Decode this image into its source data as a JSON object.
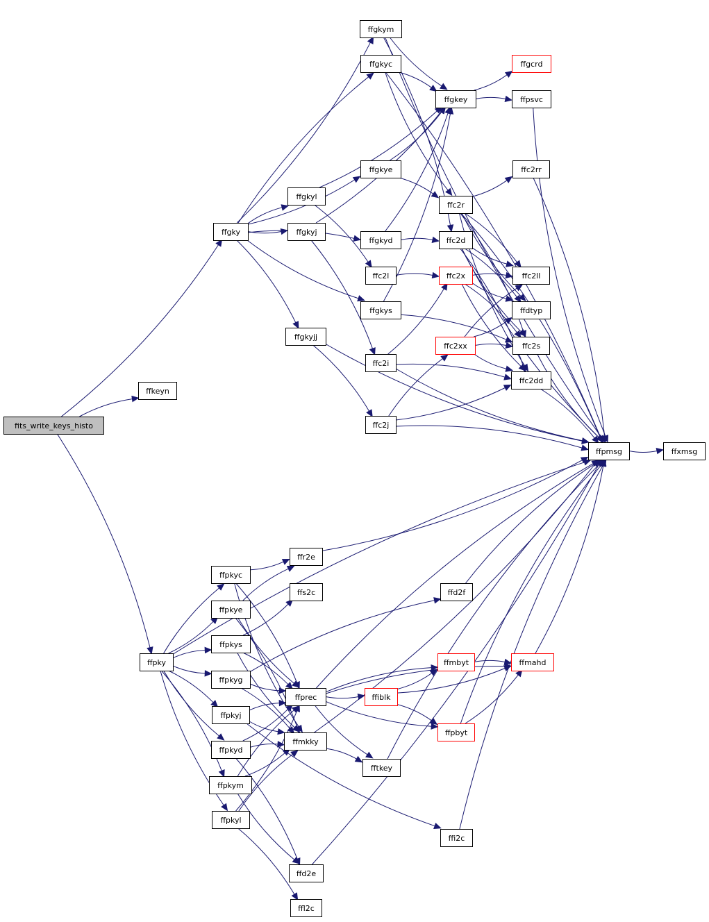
{
  "colors": {
    "edge": "#191970",
    "root_fill": "#bfbfbf",
    "node_fill": "#ffffff",
    "node_border": "#000000",
    "truncated_border": "#ff0000"
  },
  "nodes": [
    {
      "id": "fits_write_keys_histo",
      "label": "fits_write_keys_histo",
      "root": true
    },
    {
      "id": "ffkeyn",
      "label": "ffkeyn"
    },
    {
      "id": "ffgky",
      "label": "ffgky"
    },
    {
      "id": "ffpky",
      "label": "ffpky"
    },
    {
      "id": "ffgkym",
      "label": "ffgkym"
    },
    {
      "id": "ffgkyc",
      "label": "ffgkyc"
    },
    {
      "id": "ffgkye",
      "label": "ffgkye"
    },
    {
      "id": "ffgkyl",
      "label": "ffgkyl"
    },
    {
      "id": "ffgkyj",
      "label": "ffgkyj"
    },
    {
      "id": "ffgkyd",
      "label": "ffgkyd"
    },
    {
      "id": "ffgkys",
      "label": "ffgkys"
    },
    {
      "id": "ffgkyjj",
      "label": "ffgkyjj"
    },
    {
      "id": "ffc2l",
      "label": "ffc2l"
    },
    {
      "id": "ffc2i",
      "label": "ffc2i"
    },
    {
      "id": "ffc2j",
      "label": "ffc2j"
    },
    {
      "id": "ffgkey",
      "label": "ffgkey"
    },
    {
      "id": "ffc2r",
      "label": "ffc2r"
    },
    {
      "id": "ffc2d",
      "label": "ffc2d"
    },
    {
      "id": "ffc2x",
      "label": "ffc2x",
      "truncated": true
    },
    {
      "id": "ffc2xx",
      "label": "ffc2xx",
      "truncated": true
    },
    {
      "id": "ffgcrd",
      "label": "ffgcrd",
      "truncated": true
    },
    {
      "id": "ffpsvc",
      "label": "ffpsvc"
    },
    {
      "id": "ffc2rr",
      "label": "ffc2rr"
    },
    {
      "id": "ffc2ll",
      "label": "ffc2ll"
    },
    {
      "id": "ffdtyp",
      "label": "ffdtyp"
    },
    {
      "id": "ffc2s",
      "label": "ffc2s"
    },
    {
      "id": "ffc2dd",
      "label": "ffc2dd"
    },
    {
      "id": "ffpmsg",
      "label": "ffpmsg"
    },
    {
      "id": "ffxmsg",
      "label": "ffxmsg"
    },
    {
      "id": "ffpkyc",
      "label": "ffpkyc"
    },
    {
      "id": "ffpkye",
      "label": "ffpkye"
    },
    {
      "id": "ffpkys",
      "label": "ffpkys"
    },
    {
      "id": "ffpkyg",
      "label": "ffpkyg"
    },
    {
      "id": "ffpkyj",
      "label": "ffpkyj"
    },
    {
      "id": "ffpkyd",
      "label": "ffpkyd"
    },
    {
      "id": "ffpkym",
      "label": "ffpkym"
    },
    {
      "id": "ffpkyl",
      "label": "ffpkyl"
    },
    {
      "id": "ffr2e",
      "label": "ffr2e"
    },
    {
      "id": "ffs2c",
      "label": "ffs2c"
    },
    {
      "id": "ffprec",
      "label": "ffprec"
    },
    {
      "id": "ffmkky",
      "label": "ffmkky"
    },
    {
      "id": "ffd2e",
      "label": "ffd2e"
    },
    {
      "id": "ffl2c",
      "label": "ffl2c"
    },
    {
      "id": "ffd2f",
      "label": "ffd2f"
    },
    {
      "id": "ffiblk",
      "label": "ffiblk",
      "truncated": true
    },
    {
      "id": "ffmbyt",
      "label": "ffmbyt",
      "truncated": true
    },
    {
      "id": "ffpbyt",
      "label": "ffpbyt",
      "truncated": true
    },
    {
      "id": "ffmahd",
      "label": "ffmahd",
      "truncated": true
    },
    {
      "id": "fftkey",
      "label": "fftkey"
    },
    {
      "id": "ffi2c",
      "label": "ffi2c"
    }
  ],
  "edges": [
    [
      "fits_write_keys_histo",
      "ffkeyn"
    ],
    [
      "fits_write_keys_histo",
      "ffgky"
    ],
    [
      "fits_write_keys_histo",
      "ffpky"
    ],
    [
      "ffgky",
      "ffgkym"
    ],
    [
      "ffgky",
      "ffgkyc"
    ],
    [
      "ffgky",
      "ffgkye"
    ],
    [
      "ffgky",
      "ffgkyl"
    ],
    [
      "ffgky",
      "ffgkyj"
    ],
    [
      "ffgky",
      "ffgkyd"
    ],
    [
      "ffgky",
      "ffgkys"
    ],
    [
      "ffgky",
      "ffgkyjj"
    ],
    [
      "ffgkym",
      "ffgkey"
    ],
    [
      "ffgkym",
      "ffc2d"
    ],
    [
      "ffgkym",
      "ffpmsg"
    ],
    [
      "ffgkyc",
      "ffgkey"
    ],
    [
      "ffgkyc",
      "ffc2r"
    ],
    [
      "ffgkyc",
      "ffpmsg"
    ],
    [
      "ffgkye",
      "ffgkey"
    ],
    [
      "ffgkye",
      "ffc2r"
    ],
    [
      "ffgkyl",
      "ffgkey"
    ],
    [
      "ffgkyl",
      "ffc2l"
    ],
    [
      "ffgkyj",
      "ffgkey"
    ],
    [
      "ffgkyj",
      "ffc2i"
    ],
    [
      "ffgkyd",
      "ffgkey"
    ],
    [
      "ffgkyd",
      "ffc2d"
    ],
    [
      "ffgkys",
      "ffgkey"
    ],
    [
      "ffgkys",
      "ffc2s"
    ],
    [
      "ffgkyjj",
      "ffpmsg"
    ],
    [
      "ffgkyjj",
      "ffc2j"
    ],
    [
      "ffgkey",
      "ffgcrd"
    ],
    [
      "ffgkey",
      "ffpsvc"
    ],
    [
      "ffpsvc",
      "ffpmsg"
    ],
    [
      "ffc2l",
      "ffc2x"
    ],
    [
      "ffc2i",
      "ffc2x"
    ],
    [
      "ffc2i",
      "ffc2dd"
    ],
    [
      "ffc2i",
      "ffpmsg"
    ],
    [
      "ffc2j",
      "ffc2xx"
    ],
    [
      "ffc2j",
      "ffc2dd"
    ],
    [
      "ffc2j",
      "ffpmsg"
    ],
    [
      "ffc2r",
      "ffc2rr"
    ],
    [
      "ffc2r",
      "ffc2ll"
    ],
    [
      "ffc2r",
      "ffdtyp"
    ],
    [
      "ffc2r",
      "ffc2s"
    ],
    [
      "ffc2r",
      "ffc2dd"
    ],
    [
      "ffc2r",
      "ffpmsg"
    ],
    [
      "ffc2d",
      "ffc2ll"
    ],
    [
      "ffc2d",
      "ffdtyp"
    ],
    [
      "ffc2d",
      "ffc2s"
    ],
    [
      "ffc2d",
      "ffc2dd"
    ],
    [
      "ffc2d",
      "ffpmsg"
    ],
    [
      "ffc2x",
      "ffc2ll"
    ],
    [
      "ffc2x",
      "ffdtyp"
    ],
    [
      "ffc2x",
      "ffc2s"
    ],
    [
      "ffc2x",
      "ffc2dd"
    ],
    [
      "ffc2xx",
      "ffc2ll"
    ],
    [
      "ffc2xx",
      "ffdtyp"
    ],
    [
      "ffc2xx",
      "ffc2s"
    ],
    [
      "ffc2xx",
      "ffc2dd"
    ],
    [
      "ffc2rr",
      "ffpmsg"
    ],
    [
      "ffc2s",
      "ffpmsg"
    ],
    [
      "ffc2dd",
      "ffpmsg"
    ],
    [
      "ffpmsg",
      "ffxmsg"
    ],
    [
      "ffpky",
      "ffpkyc"
    ],
    [
      "ffpky",
      "ffpkye"
    ],
    [
      "ffpky",
      "ffpkys"
    ],
    [
      "ffpky",
      "ffpkyg"
    ],
    [
      "ffpky",
      "ffpkyj"
    ],
    [
      "ffpky",
      "ffpkyd"
    ],
    [
      "ffpky",
      "ffpkym"
    ],
    [
      "ffpky",
      "ffpkyl"
    ],
    [
      "ffpky",
      "ffpmsg"
    ],
    [
      "ffpkyc",
      "ffr2e"
    ],
    [
      "ffpkyc",
      "ffprec"
    ],
    [
      "ffpkyc",
      "ffmkky"
    ],
    [
      "ffpkye",
      "ffr2e"
    ],
    [
      "ffpkye",
      "ffprec"
    ],
    [
      "ffpkye",
      "ffmkky"
    ],
    [
      "ffpkys",
      "ffs2c"
    ],
    [
      "ffpkys",
      "ffprec"
    ],
    [
      "ffpkys",
      "ffmkky"
    ],
    [
      "ffpkyg",
      "ffd2f"
    ],
    [
      "ffpkyg",
      "ffprec"
    ],
    [
      "ffpkyg",
      "ffmkky"
    ],
    [
      "ffpkyj",
      "ffi2c"
    ],
    [
      "ffpkyj",
      "ffprec"
    ],
    [
      "ffpkyj",
      "ffmkky"
    ],
    [
      "ffpkyd",
      "ffd2e"
    ],
    [
      "ffpkyd",
      "ffprec"
    ],
    [
      "ffpkyd",
      "ffmkky"
    ],
    [
      "ffpkym",
      "ffd2e"
    ],
    [
      "ffpkym",
      "ffprec"
    ],
    [
      "ffpkym",
      "ffmkky"
    ],
    [
      "ffpkyl",
      "ffl2c"
    ],
    [
      "ffpkyl",
      "ffprec"
    ],
    [
      "ffpkyl",
      "ffmkky"
    ],
    [
      "ffr2e",
      "ffpmsg"
    ],
    [
      "ffd2f",
      "ffpmsg"
    ],
    [
      "ffd2e",
      "ffpmsg"
    ],
    [
      "ffi2c",
      "ffpmsg"
    ],
    [
      "ffprec",
      "ffiblk"
    ],
    [
      "ffprec",
      "ffmbyt"
    ],
    [
      "ffprec",
      "ffpbyt"
    ],
    [
      "ffprec",
      "ffmahd"
    ],
    [
      "ffprec",
      "fftkey"
    ],
    [
      "ffprec",
      "ffpmsg"
    ],
    [
      "ffiblk",
      "ffmbyt"
    ],
    [
      "ffiblk",
      "ffpbyt"
    ],
    [
      "ffiblk",
      "ffmahd"
    ],
    [
      "ffmbyt",
      "ffmahd"
    ],
    [
      "ffpbyt",
      "ffmahd"
    ],
    [
      "ffpbyt",
      "ffpmsg"
    ],
    [
      "ffmahd",
      "ffpmsg"
    ],
    [
      "ffmkky",
      "fftkey"
    ],
    [
      "ffmkky",
      "ffpmsg"
    ],
    [
      "fftkey",
      "ffpmsg"
    ]
  ]
}
